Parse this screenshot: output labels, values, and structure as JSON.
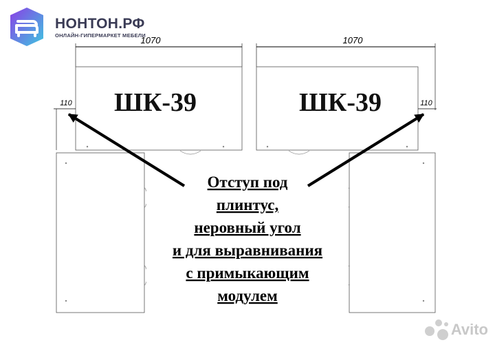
{
  "brand": {
    "name": "НОНТОН.РФ",
    "tagline": "ОНЛАЙН-ГИПЕРМАРКЕТ МЕБЕЛИ",
    "logo_icon": "couch-logo-icon",
    "logo_colors": [
      "#7b3fe4",
      "#3ec6e0"
    ]
  },
  "diagram": {
    "left_width_label": "1070",
    "right_width_label": "1070",
    "left_offset_label": "110",
    "right_offset_label": "110",
    "left_module_label": "ШК-39",
    "right_module_label": "ШК-39",
    "callout_lines": [
      "Отступ под",
      "плинтус,",
      "неровный угол",
      "и для выравнивания",
      "с примыкающим",
      "модулем"
    ]
  },
  "watermark": {
    "text": "Avito",
    "icon": "avito-dots-icon",
    "color": "#c8c8c8"
  }
}
